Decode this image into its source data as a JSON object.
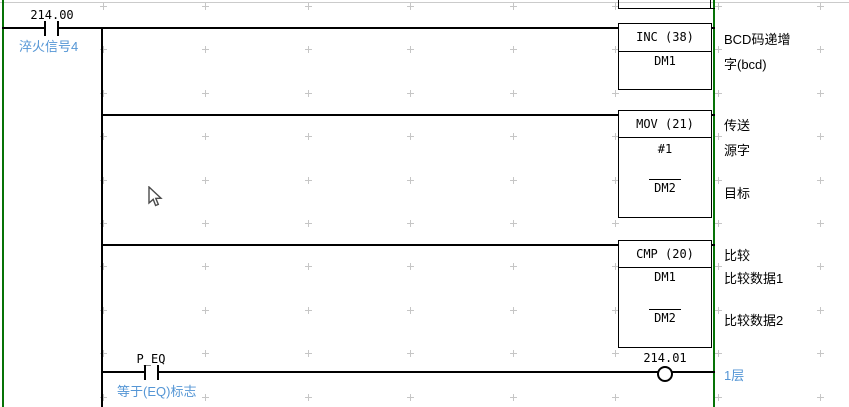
{
  "window": {
    "app_type": "plc-ladder-editor"
  },
  "colors": {
    "bus_green": "#067306",
    "comment_blue": "#5596d5",
    "line_black": "#000000",
    "grid_gray": "#c6c6c6"
  },
  "contact_main": {
    "address": "214.00",
    "comment": "淬火信号4"
  },
  "blocks": {
    "inc": {
      "header": "INC (38)",
      "op1": "DM1",
      "label1": "BCD码递增",
      "label2": "字(bcd)"
    },
    "mov": {
      "header": "MOV (21)",
      "op1": "#1",
      "op2": "DM2",
      "label1": "传送",
      "label2": "源字",
      "label3": "目标"
    },
    "cmp": {
      "header": "CMP (20)",
      "op1": "DM1",
      "op2": "DM2",
      "label1": "比较",
      "label2": "比较数据1",
      "label3": "比较数据2"
    }
  },
  "contact_eq": {
    "address": "P_EQ",
    "comment": "等于(EQ)标志"
  },
  "coil": {
    "address": "214.01",
    "comment": "1层"
  }
}
